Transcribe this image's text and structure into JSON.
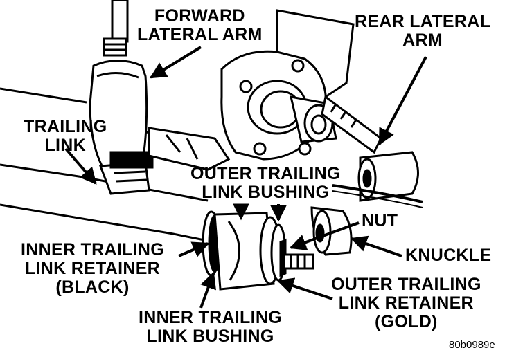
{
  "labels": {
    "forward_lateral_arm": [
      "FORWARD",
      "LATERAL ARM"
    ],
    "rear_lateral_arm": [
      "REAR LATERAL",
      "ARM"
    ],
    "trailing_link": [
      "TRAILING",
      "LINK"
    ],
    "outer_trailing_link_bushing": [
      "OUTER TRAILING",
      "LINK BUSHING"
    ],
    "nut": "NUT",
    "knuckle": "KNUCKLE",
    "inner_trailing_link_retainer": [
      "INNER TRAILING",
      "LINK RETAINER",
      "(BLACK)"
    ],
    "outer_trailing_link_retainer": [
      "OUTER TRAILING",
      "LINK RETAINER",
      "(GOLD)"
    ],
    "inner_trailing_link_bushing": [
      "INNER TRAILING",
      "LINK BUSHING"
    ]
  },
  "figure_code": "80b0989e"
}
